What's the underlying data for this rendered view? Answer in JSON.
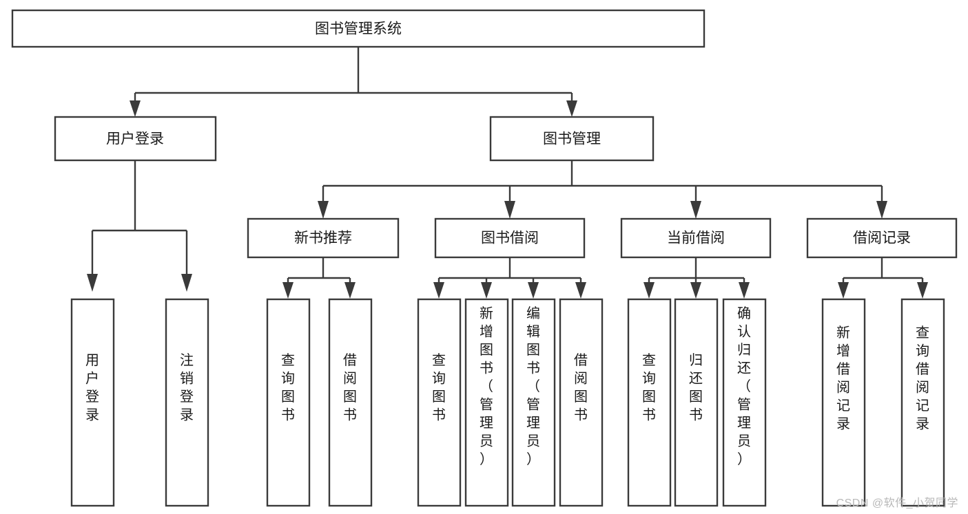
{
  "diagram": {
    "type": "tree",
    "title": "图书管理系统",
    "watermark": "CSDN @软件_小贺同学",
    "root": {
      "label": "图书管理系统",
      "orientation": "horizontal"
    },
    "level2": [
      {
        "label": "用户登录",
        "orientation": "horizontal"
      },
      {
        "label": "图书管理",
        "orientation": "horizontal"
      }
    ],
    "level3": [
      {
        "label": "新书推荐",
        "orientation": "horizontal"
      },
      {
        "label": "图书借阅",
        "orientation": "horizontal"
      },
      {
        "label": "当前借阅",
        "orientation": "horizontal"
      },
      {
        "label": "借阅记录",
        "orientation": "horizontal"
      }
    ],
    "leaves": {
      "user_login": [
        {
          "label": "用户登录",
          "orientation": "vertical"
        },
        {
          "label": "注销登录",
          "orientation": "vertical"
        }
      ],
      "new_book_recommend": [
        {
          "label": "查询图书",
          "orientation": "vertical"
        },
        {
          "label": "借阅图书",
          "orientation": "vertical"
        }
      ],
      "book_borrow": [
        {
          "label": "查询图书",
          "orientation": "vertical"
        },
        {
          "label": "新增图书（管理员）",
          "orientation": "vertical"
        },
        {
          "label": "编辑图书（管理员）",
          "orientation": "vertical"
        },
        {
          "label": "借阅图书",
          "orientation": "vertical"
        }
      ],
      "current_borrow": [
        {
          "label": "查询图书",
          "orientation": "vertical"
        },
        {
          "label": "归还图书",
          "orientation": "vertical"
        },
        {
          "label": "确认归还（管理员）",
          "orientation": "vertical"
        }
      ],
      "borrow_record": [
        {
          "label": "新增借阅记录",
          "orientation": "vertical"
        },
        {
          "label": "查询借阅记录",
          "orientation": "vertical"
        }
      ]
    },
    "colors": {
      "box_stroke": "#3a3a3a",
      "box_fill": "#ffffff",
      "text": "#1a1a1a",
      "watermark": "#b8b8b8",
      "background": "#ffffff"
    }
  }
}
